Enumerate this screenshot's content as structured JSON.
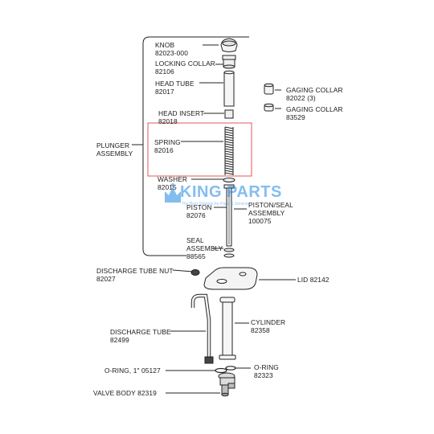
{
  "parts": {
    "knob": {
      "name": "KNOB",
      "number": "82023-000"
    },
    "locking_collar": {
      "name": "LOCKING COLLAR",
      "number": "82106"
    },
    "head_tube": {
      "name": "HEAD TUBE",
      "number": "82017"
    },
    "head_insert": {
      "name": "HEAD INSERT",
      "number": "82018"
    },
    "spring": {
      "name": "SPRING",
      "number": "82016"
    },
    "washer": {
      "name": "WASHER",
      "number": "82015"
    },
    "piston": {
      "name": "PISTON",
      "number": "82076"
    },
    "piston_seal": {
      "name1": "PISTON/SEAL",
      "name2": "ASSEMBLY",
      "number": "100075"
    },
    "seal": {
      "name1": "SEAL",
      "name2": "ASSEMBLY",
      "number": "88565"
    },
    "plunger_assembly": {
      "name1": "PLUNGER",
      "name2": "ASSEMBLY"
    },
    "gaging_collar_3": {
      "name": "GAGING COLLAR",
      "number": "82022 (3)"
    },
    "gaging_collar": {
      "name": "GAGING COLLAR",
      "number": "83529"
    },
    "discharge_tube_nut": {
      "name": "DISCHARGE TUBE NUT",
      "number": "82027"
    },
    "lid": {
      "text": "LID 82142"
    },
    "cylinder": {
      "name": "CYLINDER",
      "number": "82358"
    },
    "discharge_tube": {
      "name": "DISCHARGE TUBE",
      "number": "82499"
    },
    "oring_1in": {
      "text": "O-RING, 1\" 05127"
    },
    "oring": {
      "name": "O-RING",
      "number": "82323"
    },
    "valve_body": {
      "text": "VALVE BODY 82319"
    }
  },
  "watermark": {
    "text": "KING PARTS",
    "tagline": "The Best Solution for Parts & Services"
  },
  "colors": {
    "line": "#222222",
    "highlight": "#e05a5a",
    "watermark": "#1e88e5"
  }
}
